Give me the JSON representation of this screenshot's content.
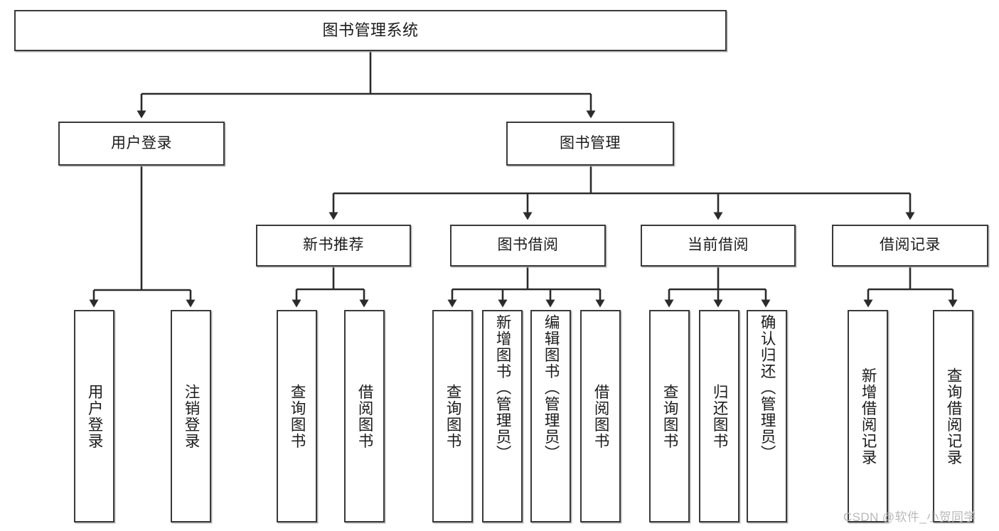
{
  "diagram": {
    "title": "图书管理系统",
    "type": "hierarchy-tree",
    "root": {
      "label": "图书管理系统"
    },
    "level2": [
      {
        "label": "用户登录"
      },
      {
        "label": "图书管理"
      }
    ],
    "level3": [
      {
        "label": "新书推荐"
      },
      {
        "label": "图书借阅"
      },
      {
        "label": "当前借阅"
      },
      {
        "label": "借阅记录"
      }
    ],
    "leaves": {
      "user_login": [
        {
          "label": "用户登录"
        },
        {
          "label": "注销登录"
        }
      ],
      "new_book_recommend": [
        {
          "label": "查询图书"
        },
        {
          "label": "借阅图书"
        }
      ],
      "book_borrow": [
        {
          "label": "查询图书"
        },
        {
          "label": "新增图书（管理员）"
        },
        {
          "label": "编辑图书（管理员）"
        },
        {
          "label": "借阅图书"
        }
      ],
      "current_borrow": [
        {
          "label": "查询图书"
        },
        {
          "label": "归还图书"
        },
        {
          "label": "确认归还（管理员）"
        }
      ],
      "borrow_record": [
        {
          "label": "新增借阅记录"
        },
        {
          "label": "查询借阅记录"
        }
      ]
    }
  },
  "watermark": {
    "text": "CSDN @软件_小贺同学"
  },
  "colors": {
    "box_border": "#3a3a3a",
    "box_fill": "#ffffff",
    "edge": "#2b2b2b",
    "text": "#1b1b1b",
    "watermark": "#b9b9b9",
    "background": "#ffffff"
  }
}
